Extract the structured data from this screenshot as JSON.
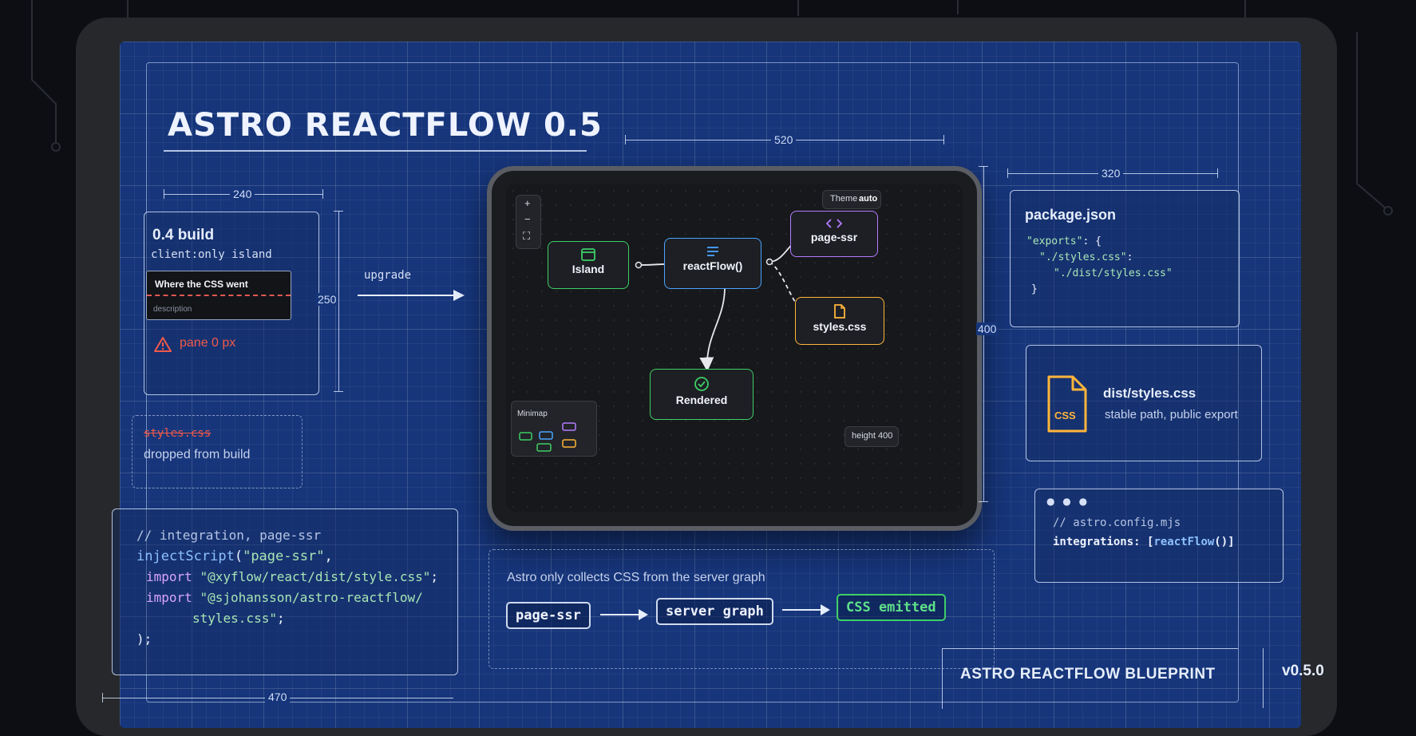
{
  "header": {
    "title": "ASTRO REACTFLOW 0.5"
  },
  "dimensions": {
    "left_width": "240",
    "left_height": "250",
    "center_width": "520",
    "center_height": "400",
    "right_width": "320",
    "code_width": "470"
  },
  "old_build": {
    "title": "0.4 build",
    "directive": "client:only island",
    "input_label": "Where the CSS went",
    "input_placeholder": "description",
    "warning": "pane 0 px"
  },
  "upgrade_label": "upgrade",
  "dropped": {
    "file": "styles.css",
    "caption": "dropped from build"
  },
  "code_block": {
    "comment": "// integration, page-ssr",
    "fn": "injectScript",
    "open": "(",
    "arg": "\"page-ssr\"",
    "comma": ",",
    "kw1": "import",
    "str1": "\"@xyflow/react/dist/style.css\"",
    "semi1": ";",
    "kw2": "import",
    "str2a": "\"@sjohansson/astro-reactflow/",
    "str2b": "styles.css\"",
    "semi2": ";",
    "close": ");"
  },
  "flow": {
    "controls": {
      "zoom_in": "+",
      "zoom_out": "−",
      "fit": "⛶"
    },
    "theme_label": "Theme",
    "theme_value": "auto",
    "nodes": [
      {
        "id": "island",
        "label": "Island",
        "color": "#3ecf66"
      },
      {
        "id": "reactflow",
        "label": "reactFlow()",
        "color": "#4aa3ff"
      },
      {
        "id": "page-ssr",
        "label": "page-ssr",
        "color": "#b57cff"
      },
      {
        "id": "styles",
        "label": "styles.css",
        "color": "#ffb53b"
      },
      {
        "id": "rendered",
        "label": "Rendered",
        "color": "#3ecf66"
      }
    ],
    "minimap_label": "Minimap",
    "height_label": "height 400"
  },
  "pipeline": {
    "caption": "Astro only collects CSS from the server graph",
    "steps": [
      "page-ssr",
      "server graph",
      "CSS emitted"
    ]
  },
  "package_json": {
    "title": "package.json",
    "line1_key": "\"exports\"",
    "line1_rest": ": {",
    "line2_key": "\"./styles.css\"",
    "line2_rest": ":",
    "line3": "\"./dist/styles.css\"",
    "line4": "}"
  },
  "dist_card": {
    "icon_text": "CSS",
    "title": "dist/styles.css",
    "subtitle": "stable path, public export"
  },
  "config_card": {
    "dots": "● ● ●",
    "comment": "// astro.config.mjs",
    "code_key": "integrations: [",
    "code_fn": "reactFlow",
    "code_end": "()]"
  },
  "footer": {
    "name": "ASTRO REACTFLOW BLUEPRINT",
    "version": "v0.5.0"
  }
}
